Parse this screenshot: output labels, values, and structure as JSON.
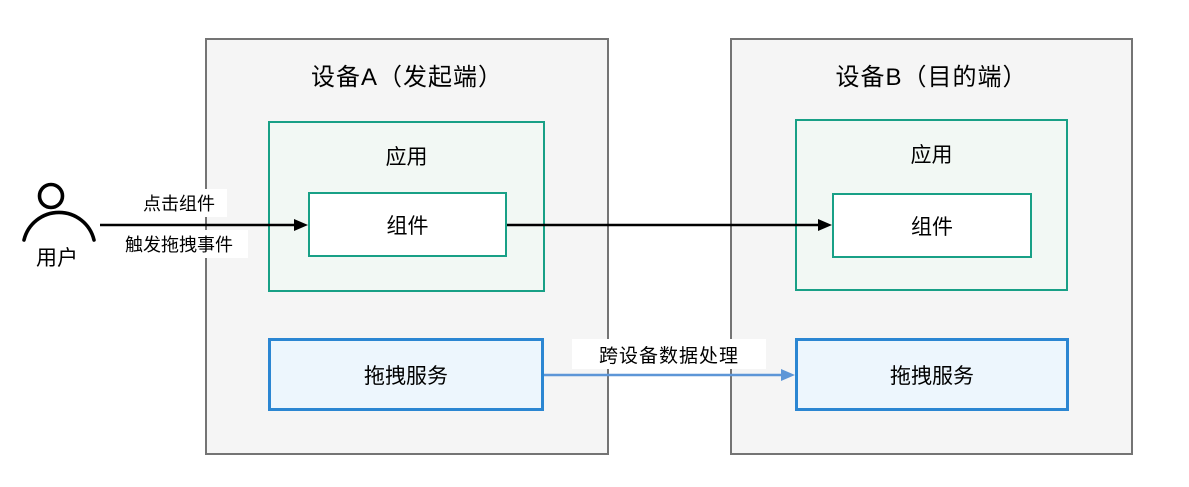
{
  "actor": {
    "label": "用户",
    "icon": "person-icon"
  },
  "devices": [
    {
      "title": "设备A（发起端）",
      "app": {
        "label": "应用",
        "component": {
          "label": "组件"
        }
      },
      "service": {
        "label": "拖拽服务"
      }
    },
    {
      "title": "设备B（目的端）",
      "app": {
        "label": "应用",
        "component": {
          "label": "组件"
        }
      },
      "service": {
        "label": "拖拽服务"
      }
    }
  ],
  "arrows": {
    "user_to_component": {
      "label_top": "点击组件",
      "label_bottom": "触发拖拽事件",
      "color": "#000000"
    },
    "component_to_component": {
      "color": "#000000"
    },
    "service_to_service": {
      "label": "跨设备数据处理",
      "color": "#5d96d7"
    }
  },
  "colors": {
    "device_border": "#747474",
    "device_fill": "#f5f5f5",
    "app_border": "#18a086",
    "app_fill": "#f2f8f4",
    "component_fill": "#ffffff",
    "service_border": "#2b86d2",
    "service_fill": "#edf6fd",
    "black_arrow": "#000000",
    "blue_arrow": "#5d96d7",
    "text": "#000000"
  }
}
